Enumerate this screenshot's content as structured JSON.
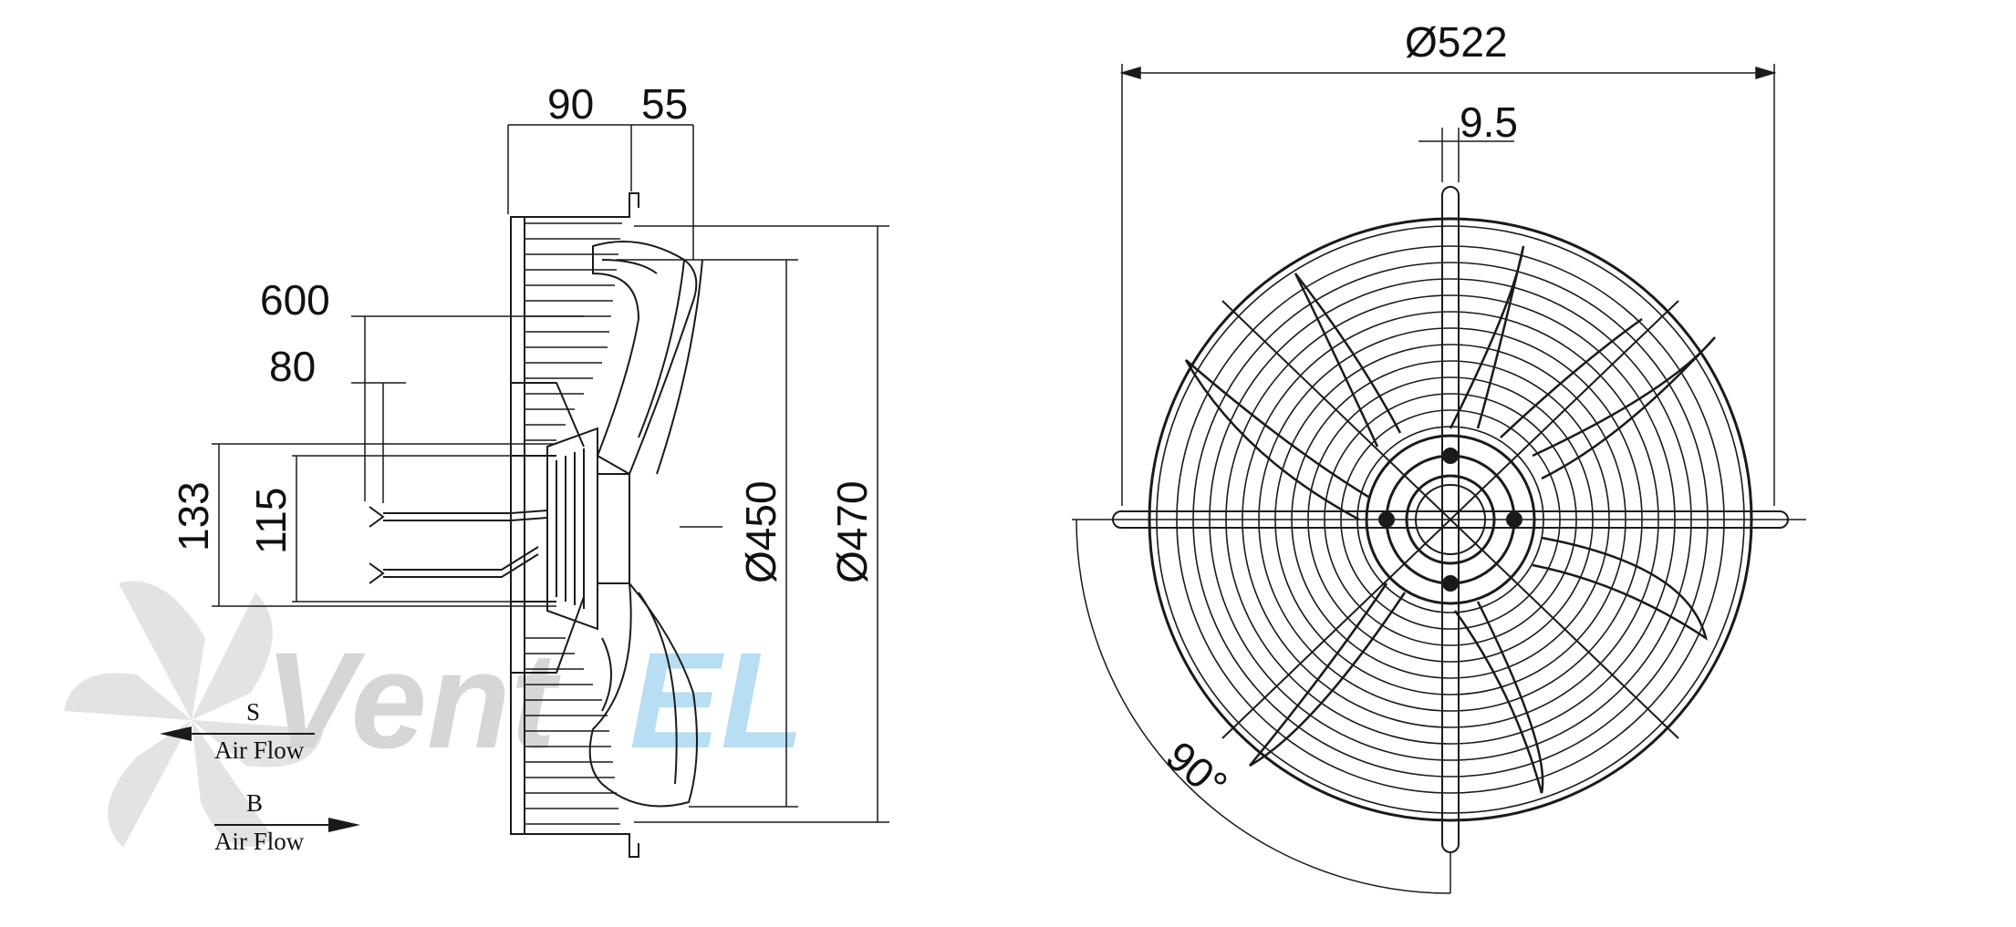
{
  "side_view": {
    "dim_90": "90",
    "dim_55": "55",
    "dim_600": "600",
    "dim_80": "80",
    "dim_133": "133",
    "dim_115": "115",
    "dim_d450": "Ø450",
    "dim_d470": "Ø470",
    "airflow_s_code": "S",
    "airflow_s_label": "Air Flow",
    "airflow_b_code": "B",
    "airflow_b_label": "Air Flow"
  },
  "front_view": {
    "dim_d522": "Ø522",
    "dim_9_5": "9.5",
    "angle_label": "90°"
  },
  "watermark": {
    "text_dark": "Vent",
    "text_accent": "EL",
    "colors": {
      "dark": "#d4d6d8",
      "accent": "#b7def2",
      "fan": "#e1e3e5"
    }
  },
  "colors": {
    "line": "#1a1a1a",
    "background": "#ffffff"
  }
}
